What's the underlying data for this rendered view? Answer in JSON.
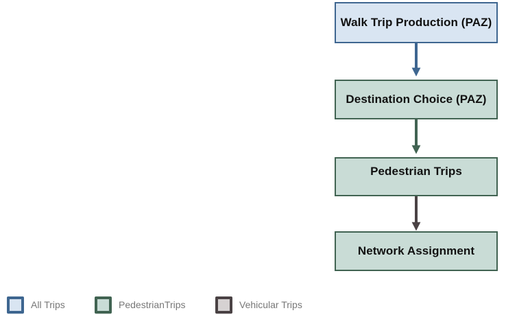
{
  "diagram": {
    "nodes": [
      {
        "id": "walk-trip-production",
        "label": "Walk Trip Production (PAZ)",
        "category": "all"
      },
      {
        "id": "destination-choice",
        "label": "Destination Choice (PAZ)",
        "category": "pedestrian"
      },
      {
        "id": "pedestrian-trips",
        "label": "Pedestrian Trips",
        "category": "pedestrian"
      },
      {
        "id": "network-assignment",
        "label": "Network Assignment",
        "category": "pedestrian"
      }
    ],
    "edges": [
      {
        "from": "walk-trip-production",
        "to": "destination-choice",
        "category": "all"
      },
      {
        "from": "destination-choice",
        "to": "pedestrian-trips",
        "category": "pedestrian"
      },
      {
        "from": "pedestrian-trips",
        "to": "network-assignment",
        "category": "vehicular"
      }
    ]
  },
  "legend": {
    "items": [
      {
        "label": "All Trips",
        "fill": "#d9e5f2",
        "border": "#3e6690"
      },
      {
        "label": "PedestrianTrips",
        "fill": "#c9dcd6",
        "border": "#416352"
      },
      {
        "label": "Vehicular Trips",
        "fill": "#d6d2d2",
        "border": "#4a4244"
      }
    ]
  },
  "colors": {
    "all": "#3e6690",
    "pedestrian": "#416352",
    "vehicular": "#4a4244"
  }
}
